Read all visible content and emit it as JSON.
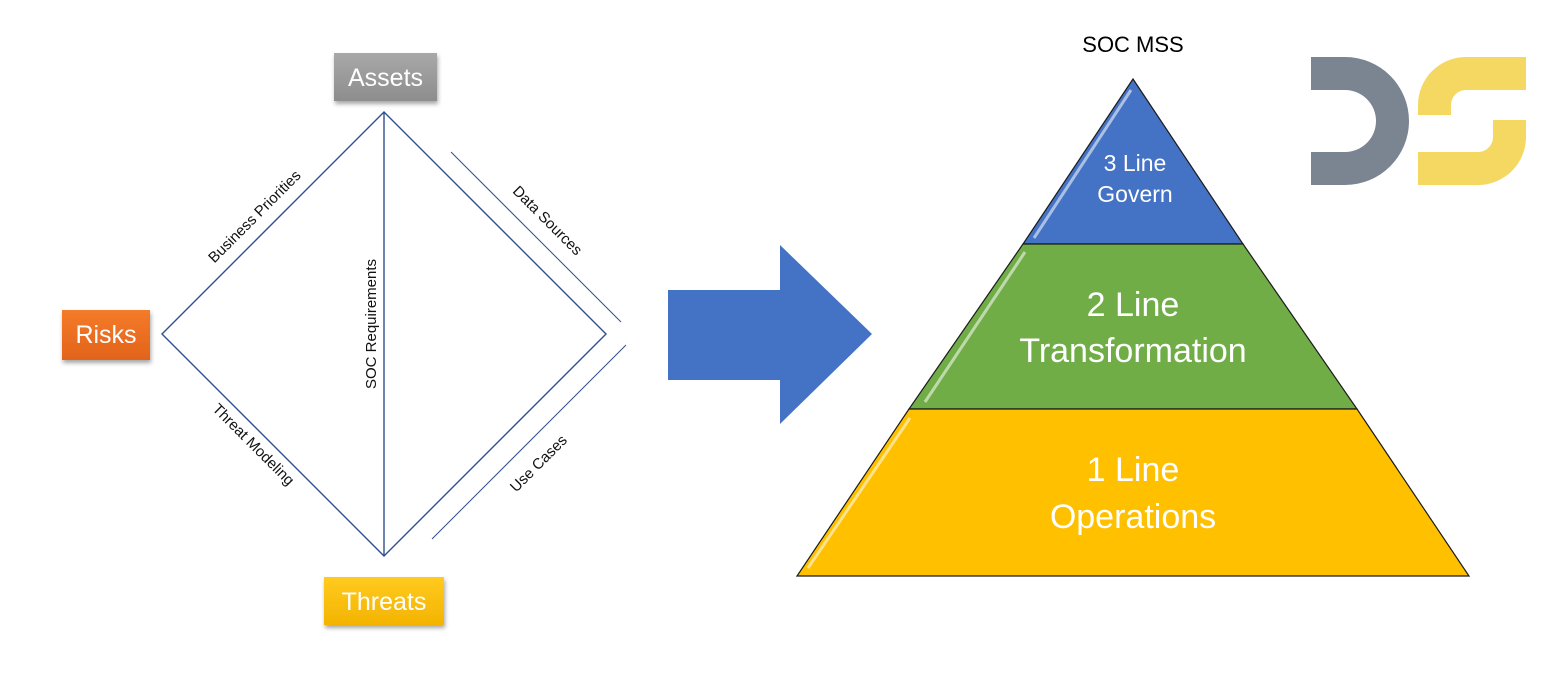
{
  "diamond": {
    "nodes": {
      "top": {
        "label": "Assets",
        "color": "#9e9e9e"
      },
      "left": {
        "label": "Risks",
        "color": "#f07022"
      },
      "bottom": {
        "label": "Threats",
        "color": "#fbbf0b"
      }
    },
    "edges": {
      "top_left": "Business Priorities",
      "left_bottom": "Threat Modeling",
      "center": "SOC Requirements",
      "top_right": "Data Sources",
      "bottom_right": "Use Cases"
    },
    "line_color": "#2f4f8f"
  },
  "arrow": {
    "color": "#4472c4"
  },
  "pyramid": {
    "title": "SOC MSS",
    "tiers": [
      {
        "line1": "3 Line",
        "line2": "Govern",
        "color": "#4472c4"
      },
      {
        "line1": "2 Line",
        "line2": "Transformation",
        "color": "#70ad47"
      },
      {
        "line1": "1 Line",
        "line2": "Operations",
        "color": "#ffc000"
      }
    ]
  },
  "logo": {
    "colors": {
      "d": "#7a8591",
      "s": "#f5d862"
    }
  }
}
